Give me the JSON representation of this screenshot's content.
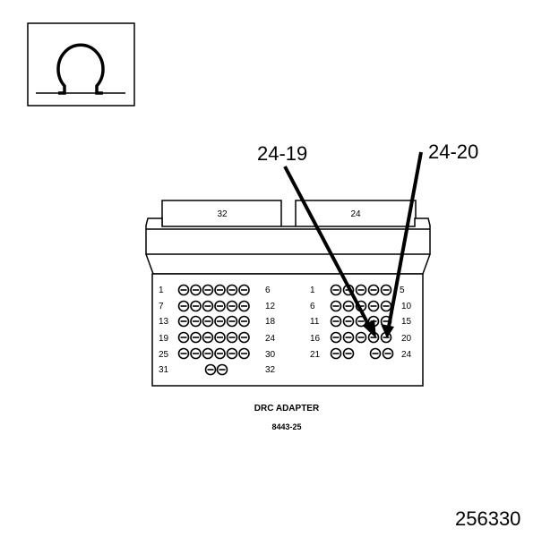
{
  "ohm_symbol": "Ω",
  "callouts": [
    {
      "label": "24-19",
      "target": "24-pin connector, pin 19"
    },
    {
      "label": "24-20",
      "target": "24-pin connector, pin 20"
    }
  ],
  "connector_32": {
    "tab_label": "32",
    "row_labels": [
      {
        "left": "1",
        "right": "6",
        "pins": 6
      },
      {
        "left": "7",
        "right": "12",
        "pins": 6
      },
      {
        "left": "13",
        "right": "18",
        "pins": 6
      },
      {
        "left": "19",
        "right": "24",
        "pins": 6
      },
      {
        "left": "25",
        "right": "30",
        "pins": 6
      },
      {
        "left": "31",
        "right": "32",
        "pins": 2
      }
    ]
  },
  "connector_24": {
    "tab_label": "24",
    "row_labels": [
      {
        "left": "1",
        "right": "5",
        "pins": 5
      },
      {
        "left": "6",
        "right": "10",
        "pins": 5
      },
      {
        "left": "11",
        "right": "15",
        "pins": 5
      },
      {
        "left": "16",
        "right": "20",
        "pins": 5
      },
      {
        "left": "21",
        "right": "24",
        "pins": 4
      }
    ]
  },
  "adapter_label": "DRC ADAPTER",
  "adapter_part_number": "8443-25",
  "figure_number": "256330",
  "colors": {
    "line": "#000000",
    "background": "#ffffff"
  }
}
